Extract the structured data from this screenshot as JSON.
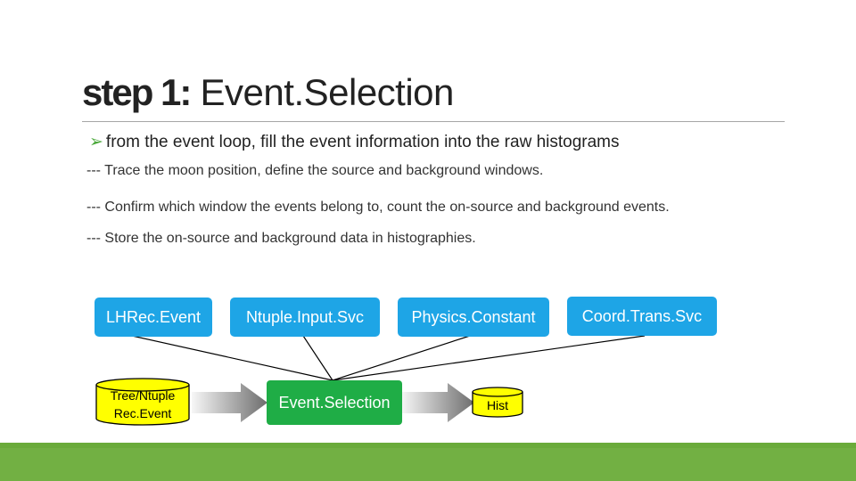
{
  "title": {
    "prefix": "step 1:",
    "text": "Event.Selection"
  },
  "bullet": {
    "icon": "arrow-bullet-icon",
    "text": "from the event loop, fill the event information into the raw histograms"
  },
  "sublines": [
    "--- Trace the moon position, define the source and background windows.",
    "--- Confirm which window the events belong to, count the on-source and background events.",
    "--- Store the on-source and background data in histographies."
  ],
  "diagram": {
    "services": [
      "LHRec.Event",
      "Ntuple.Input.Svc",
      "Physics.Constant",
      "Coord.Trans.Svc"
    ],
    "input_store": {
      "line1": "Tree/Ntuple",
      "line2": "Rec.Event"
    },
    "algorithm": "Event.Selection",
    "output_store": "Hist"
  },
  "colors": {
    "service_box": "#1ea5e6",
    "algorithm_box": "#1fad46",
    "store": "#ffff00",
    "bullet_arrow": "#4aa83a",
    "footer_bar": "#72b043"
  }
}
